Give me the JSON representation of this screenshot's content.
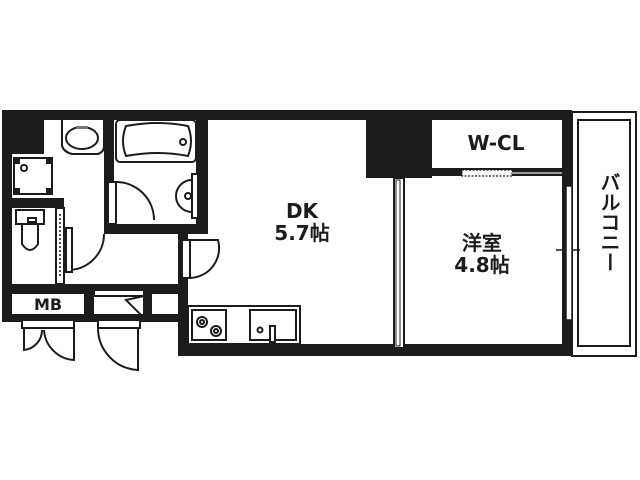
{
  "floorplan": {
    "rooms": {
      "dk": {
        "name": "DK",
        "size": "5.7帖"
      },
      "western_room": {
        "name": "洋室",
        "size": "4.8帖"
      },
      "walk_in_closet": {
        "name": "W-CL"
      },
      "balcony": {
        "name": "バルコニー"
      },
      "meter_box": {
        "name": "MB"
      }
    },
    "colors": {
      "wall": "#1c1c1c",
      "background": "#ffffff",
      "line": "#000000"
    }
  }
}
